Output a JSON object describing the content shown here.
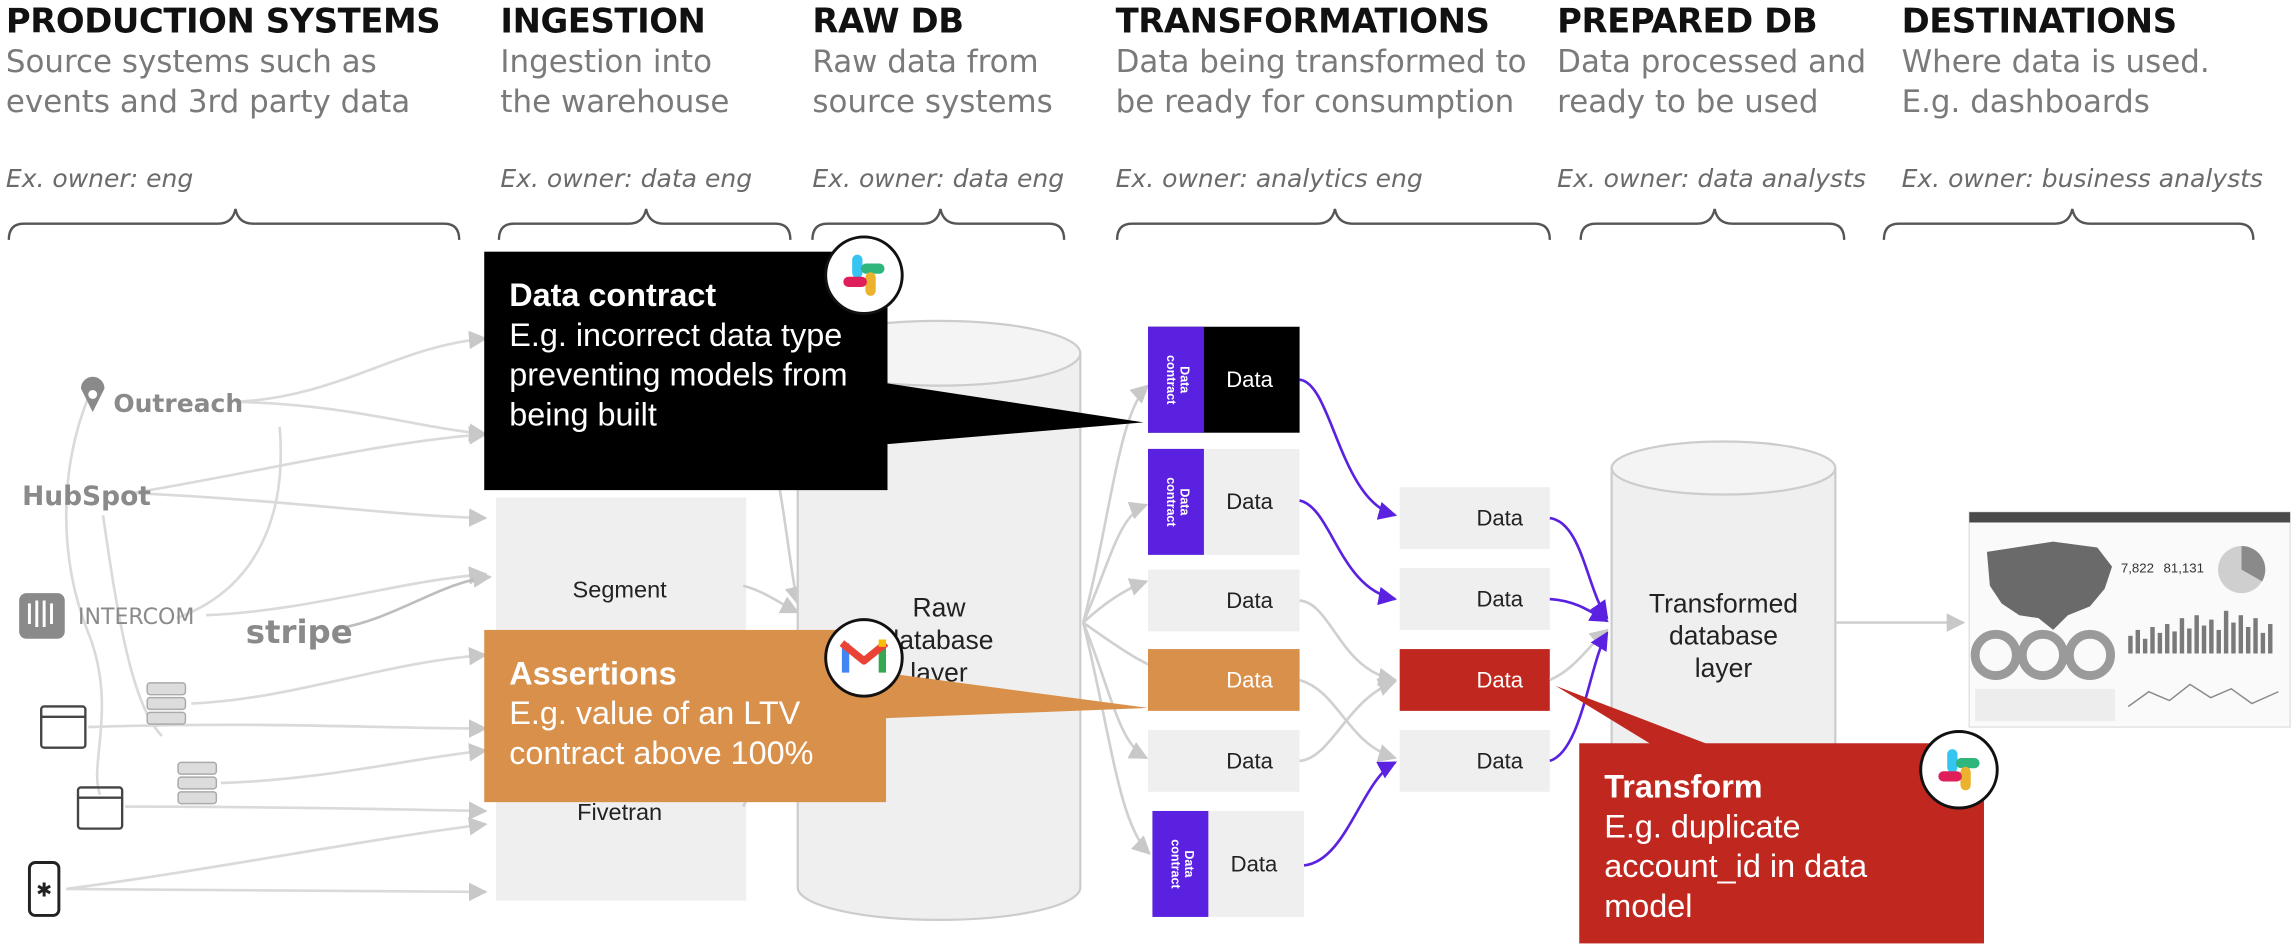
{
  "columns": [
    {
      "id": "production",
      "title": "PRODUCTION SYSTEMS",
      "desc": "Source systems such as events and 3rd party data",
      "owner": "Ex. owner: eng"
    },
    {
      "id": "ingestion",
      "title": "INGESTION",
      "desc": "Ingestion into the warehouse",
      "owner": "Ex. owner: data eng"
    },
    {
      "id": "rawdb",
      "title": "RAW DB",
      "desc": "Raw data from source systems",
      "owner": "Ex. owner: data eng"
    },
    {
      "id": "transformations",
      "title": "TRANSFORMATIONS",
      "desc": "Data being transformed to be ready for consumption",
      "owner": "Ex. owner: analytics eng"
    },
    {
      "id": "prepared",
      "title": "PREPARED DB",
      "desc": "Data processed and ready to be used",
      "owner": "Ex. owner: data analysts"
    },
    {
      "id": "destinations",
      "title": "DESTINATIONS",
      "desc": "Where data is used. E.g. dashboards",
      "owner": "Ex. owner: business analysts"
    }
  ],
  "sources": {
    "outreach": "Outreach",
    "hubspot": "HubSpot",
    "intercom": "INTERCOM",
    "stripe": "stripe"
  },
  "ingestion_tools": {
    "segment": "Segment",
    "fivetran": "Fivetran"
  },
  "raw_db_label": [
    "Raw",
    "database",
    "layer"
  ],
  "transformed_db_label": [
    "Transformed",
    "database",
    "layer"
  ],
  "data_node_label": "Data",
  "contract_tag_label": [
    "Data",
    "contract"
  ],
  "dashboard": {
    "kpi1": "7,822",
    "kpi2": "81,131"
  },
  "callouts": {
    "contract": {
      "title": "Data contract",
      "body": "E.g. incorrect data type preventing models from being built",
      "badge": "slack-icon"
    },
    "assertions": {
      "title": "Assertions",
      "body": "E.g. value of an LTV contract above 100%",
      "badge": "gmail-icon"
    },
    "transform": {
      "title": "Transform",
      "body": "E.g. duplicate account_id in data model",
      "badge": "slack-icon"
    }
  },
  "colors": {
    "purple": "#5b21e0",
    "orange": "#d9904a",
    "red": "#c0281f",
    "black": "#000000",
    "gray_box": "#efefef",
    "gray_line": "#c8c8c8"
  }
}
